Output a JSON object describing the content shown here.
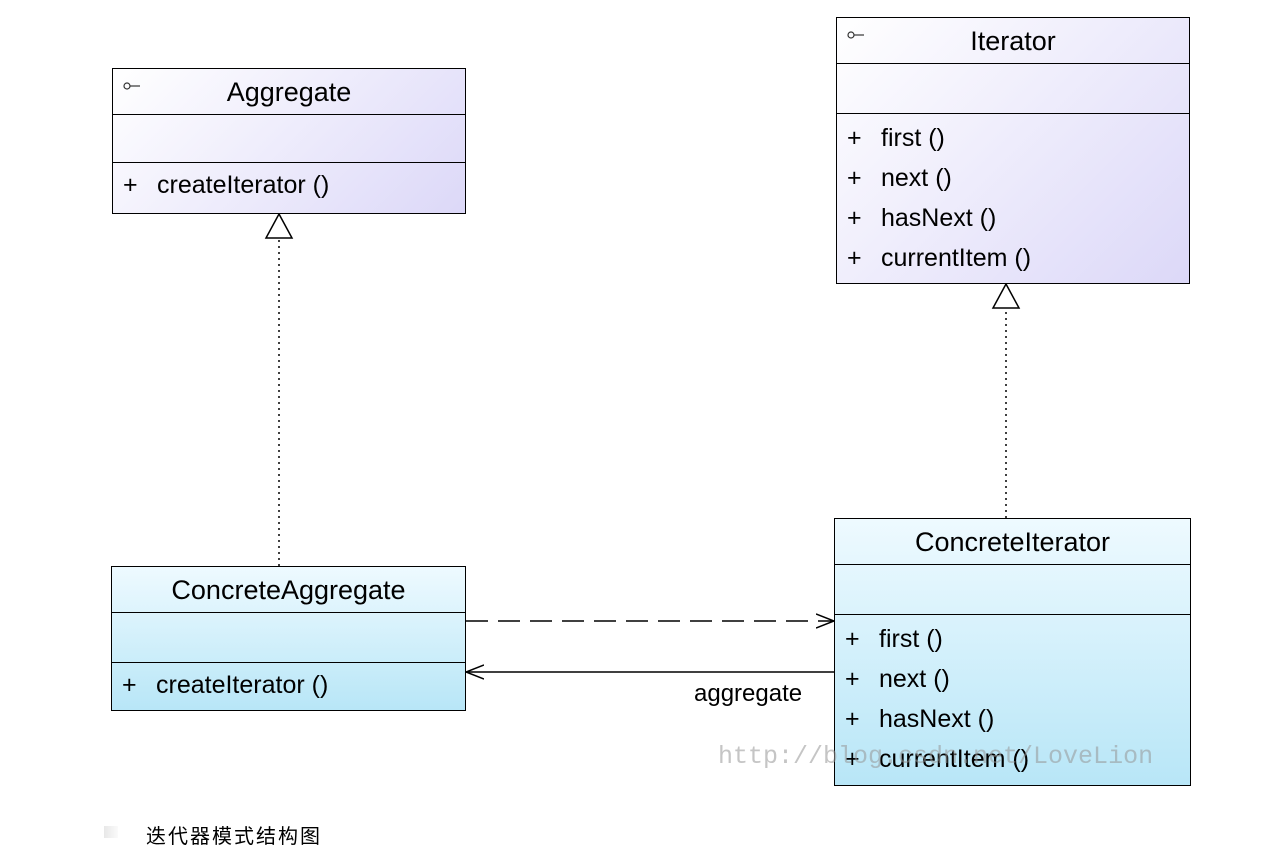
{
  "diagram": {
    "classes": {
      "aggregate": {
        "name": "Aggregate",
        "stereotype_icon": "interface-icon",
        "operations": [
          {
            "visibility": "+",
            "signature": "createIterator ()"
          }
        ]
      },
      "iterator": {
        "name": "Iterator",
        "stereotype_icon": "interface-icon",
        "operations": [
          {
            "visibility": "+",
            "signature": "first ()"
          },
          {
            "visibility": "+",
            "signature": "next ()"
          },
          {
            "visibility": "+",
            "signature": "hasNext ()"
          },
          {
            "visibility": "+",
            "signature": "currentItem ()"
          }
        ]
      },
      "concrete_aggregate": {
        "name": "ConcreteAggregate",
        "operations": [
          {
            "visibility": "+",
            "signature": "createIterator ()"
          }
        ]
      },
      "concrete_iterator": {
        "name": "ConcreteIterator",
        "operations": [
          {
            "visibility": "+",
            "signature": "first ()"
          },
          {
            "visibility": "+",
            "signature": "next ()"
          },
          {
            "visibility": "+",
            "signature": "hasNext ()"
          },
          {
            "visibility": "+",
            "signature": "currentItem ()"
          }
        ]
      }
    },
    "relationships": [
      {
        "type": "realization",
        "from": "ConcreteAggregate",
        "to": "Aggregate"
      },
      {
        "type": "realization",
        "from": "ConcreteIterator",
        "to": "Iterator"
      },
      {
        "type": "dependency",
        "from": "ConcreteAggregate",
        "to": "ConcreteIterator"
      },
      {
        "type": "association",
        "from": "ConcreteIterator",
        "to": "ConcreteAggregate",
        "label": "aggregate"
      }
    ],
    "association_label": "aggregate"
  },
  "watermark": "http://blog.csdn.net/LoveLion",
  "caption": "迭代器模式结构图",
  "colors": {
    "interface_fill": "#dcd8f8",
    "concrete_fill": "#b8e6f7",
    "line": "#000000"
  }
}
